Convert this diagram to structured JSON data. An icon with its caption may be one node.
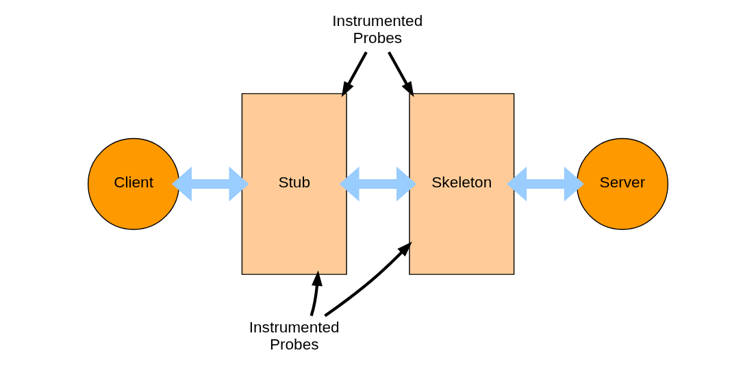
{
  "diagram": {
    "nodes": [
      {
        "text": [
          "Client"
        ]
      },
      {
        "text": [
          "Stub"
        ]
      },
      {
        "text": [
          "Skeleton"
        ]
      },
      {
        "text": [
          "Server"
        ]
      },
      {
        "text": [
          "Instrumented Probes"
        ]
      },
      {
        "text": [
          "Instrumented Probes"
        ]
      }
    ],
    "edges": [
      {
        "from": 0,
        "to": 1,
        "arrow": "both",
        "style": "thick",
        "color": "#99ccff"
      },
      {
        "from": 1,
        "to": 2,
        "arrow": "both",
        "style": "thick",
        "color": "#99ccff"
      },
      {
        "from": 2,
        "to": 3,
        "arrow": "both",
        "style": "thick",
        "color": "#99ccff"
      },
      {
        "from": 4,
        "to": 1,
        "arrow": "to"
      },
      {
        "from": 4,
        "to": 2,
        "arrow": "to"
      },
      {
        "from": 5,
        "to": 1,
        "arrow": "to"
      },
      {
        "from": 5,
        "to": 2,
        "arrow": "to"
      }
    ]
  }
}
